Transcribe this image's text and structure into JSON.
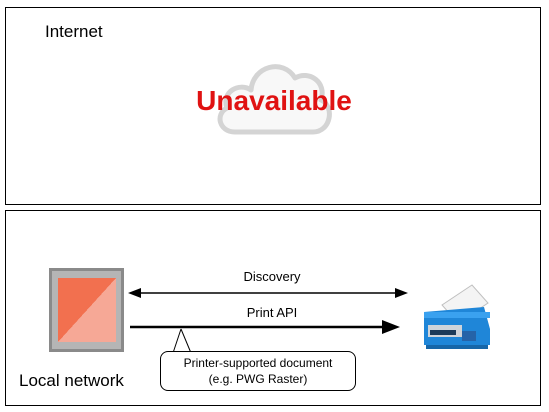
{
  "internet": {
    "label": "Internet",
    "status": "Unavailable",
    "icon": "cloud-icon",
    "status_color": "#e01212"
  },
  "local_network": {
    "label": "Local network",
    "device_icon": "tablet-icon",
    "printer_icon": "printer-icon",
    "arrows": {
      "discovery": "Discovery",
      "print_api": "Print API"
    },
    "callout": {
      "line1": "Printer-supported document",
      "line2": "(e.g. PWG Raster)"
    }
  }
}
